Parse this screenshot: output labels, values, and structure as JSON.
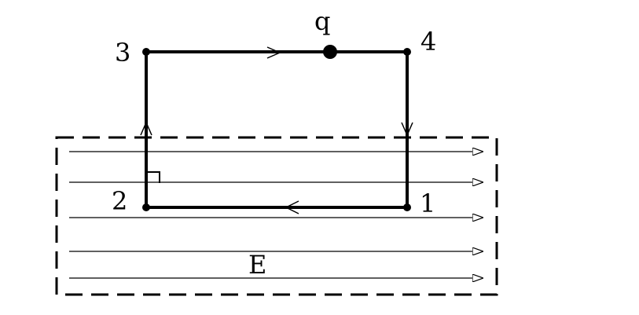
{
  "diagram": {
    "point_labels": {
      "p1": "1",
      "p2": "2",
      "p3": "3",
      "p4": "4"
    },
    "charge_label": "q",
    "field_label": "E",
    "field_line_count": 5,
    "colors": {
      "stroke": "#000000",
      "background": "#ffffff"
    }
  }
}
